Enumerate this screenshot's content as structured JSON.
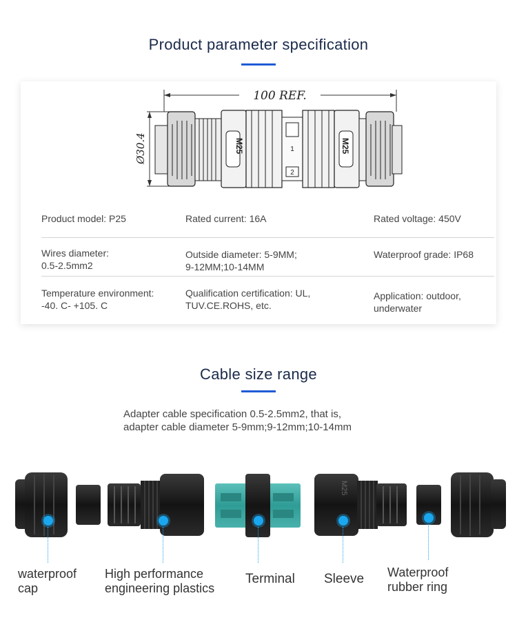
{
  "header": {
    "title": "Product parameter specification"
  },
  "drawing": {
    "length_label": "100 REF.",
    "diameter_label": "Ø30.4",
    "thread_left": "M25",
    "thread_right": "M25",
    "pin1": "1",
    "pin2": "2"
  },
  "specs": {
    "model": "Product model: P25",
    "current": "Rated current: 16A",
    "voltage": "Rated voltage: 450V",
    "wires_l1": "Wires diameter:",
    "wires_l2": "0.5-2.5mm2",
    "outside_l1": "Outside diameter: 5-9MM;",
    "outside_l2": "9-12MM;10-14MM",
    "waterproof": "Waterproof grade: IP68",
    "temp_l1": "Temperature environment:",
    "temp_l2": "-40. C- +105. C",
    "cert_l1": "Qualification certification: UL,",
    "cert_l2": "TUV.CE.ROHS, etc.",
    "app_l1": "Application: outdoor,",
    "app_l2": "underwater"
  },
  "cable": {
    "title": "Cable size range",
    "desc_l1": "Adapter cable specification 0.5-2.5mm2, that is,",
    "desc_l2": "adapter cable diameter 5-9mm;9-12mm;10-14mm"
  },
  "parts": {
    "cap_l1": "waterproof",
    "cap_l2": "cap",
    "plastic_l1": "High performance",
    "plastic_l2": "engineering plastics",
    "terminal": "Terminal",
    "sleeve": "Sleeve",
    "ring_l1": "Waterproof",
    "ring_l2": "rubber ring",
    "sleeve_mark": "M25"
  },
  "colors": {
    "accent": "#1e5bd6",
    "dot": "#1aa7ef",
    "terminal": "#3aa8a2",
    "part": "#1c1c1c"
  }
}
